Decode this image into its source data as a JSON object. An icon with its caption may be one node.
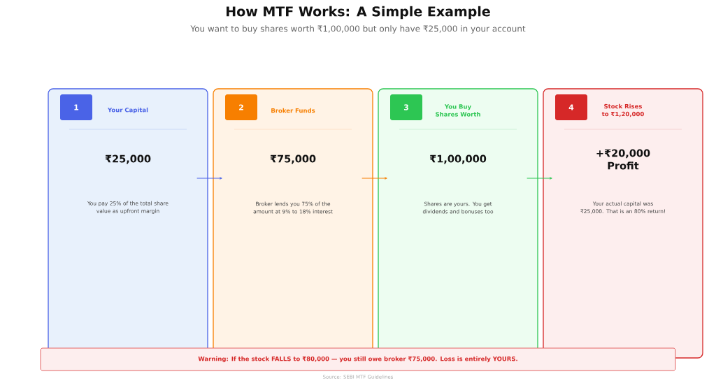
{
  "diagram": {
    "title": "How MTF Works: A Simple Example",
    "nodes": [
      {
        "text": [
          "Your Capital",
          "₹25,000",
          "You pay 25% of the total share value as upfront margin"
        ]
      },
      {
        "text": [
          "1"
        ],
        "in": 0
      },
      {
        "text": [
          "Broker Funds",
          "₹75,000",
          "Broker lends you 75% of the amount at 9% to 18% interest"
        ]
      },
      {
        "text": [
          "2"
        ],
        "in": 2
      },
      {
        "text": [
          "You Buy Shares Worth",
          "₹1,00,000",
          "Shares are yours. You get dividends and bonuses too"
        ]
      },
      {
        "text": [
          "3"
        ],
        "in": 4
      },
      {
        "text": [
          "Stock Rises to ₹1,20,000",
          "+₹20,000 Profit",
          "Your actual capital was ₹25,000. That is an 80% return!"
        ]
      },
      {
        "text": [
          "4"
        ],
        "in": 6
      },
      {
        "text": [
          "Warning: If the stock FALLS to ₹80,000 — you still owe broker ₹75,000. Loss is entirely YOURS."
        ]
      }
    ],
    "edges": [
      {
        "from": 0,
        "to": 2,
        "arrow": "to",
        "color": "#4a63e7"
      },
      {
        "from": 2,
        "to": 4,
        "arrow": "to",
        "color": "#f77f00"
      },
      {
        "from": 4,
        "to": 6,
        "arrow": "to",
        "color": "#2dc653"
      }
    ],
    "labels": [
      "You want to buy shares worth ₹1,00,000 but only have ₹25,000 in your account",
      "Source: SEBI MTF Guidelines"
    ]
  }
}
